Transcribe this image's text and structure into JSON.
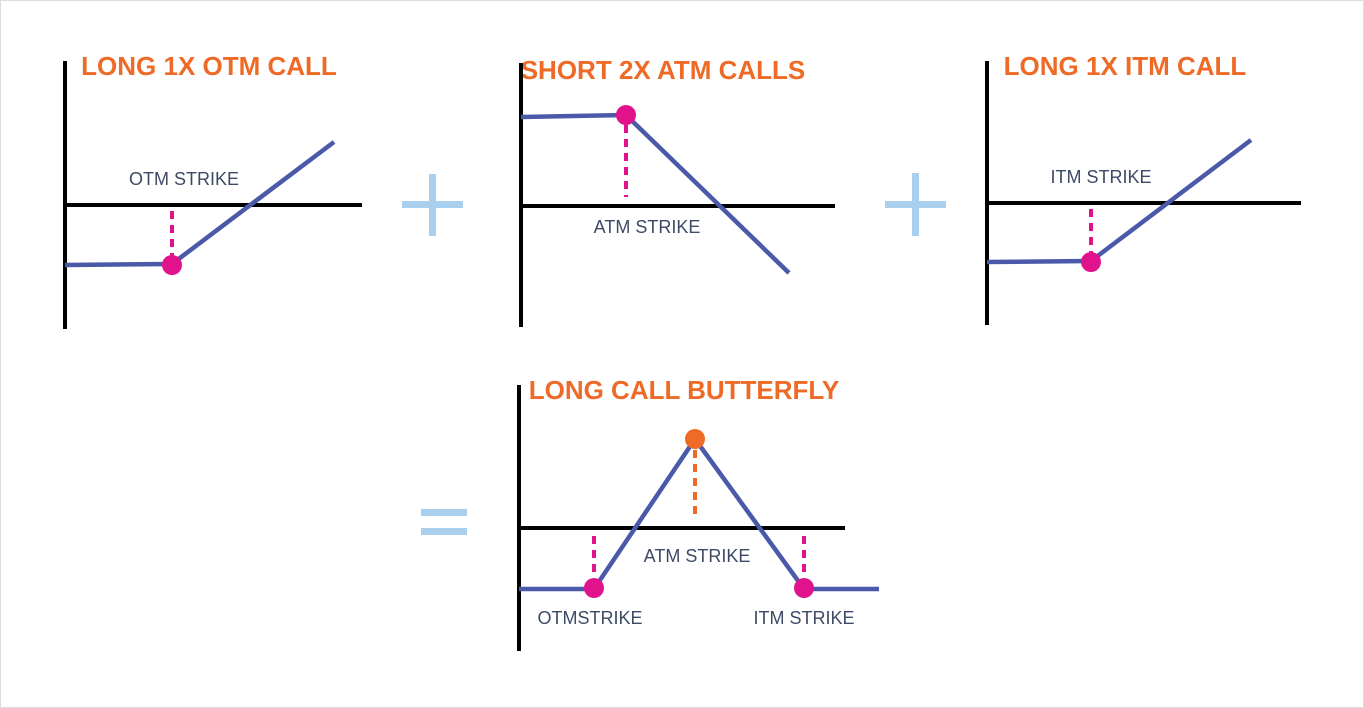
{
  "colors": {
    "axis": "#000000",
    "payoff": "#4a5aa8",
    "strike_dot": "#e0138c",
    "peak_dot": "#ef6a26",
    "title": "#ef6a26",
    "operator": "#a9cfee",
    "label": "#3d4a66"
  },
  "panels": {
    "long_otm": {
      "title": "LONG 1X OTM CALL",
      "strike_label": "OTM STRIKE"
    },
    "short_atm": {
      "title": "SHORT 2X ATM CALLS",
      "strike_label": "ATM  STRIKE"
    },
    "long_itm": {
      "title": "LONG 1X ITM CALL",
      "strike_label": "ITM STRIKE"
    },
    "butterfly": {
      "title": "LONG CALL BUTTERFLY",
      "atm_label": "ATM STRIKE",
      "otm_label": "OTMSTRIKE",
      "itm_label": "ITM STRIKE"
    }
  },
  "operators": {
    "plus": "+",
    "equals": "="
  }
}
